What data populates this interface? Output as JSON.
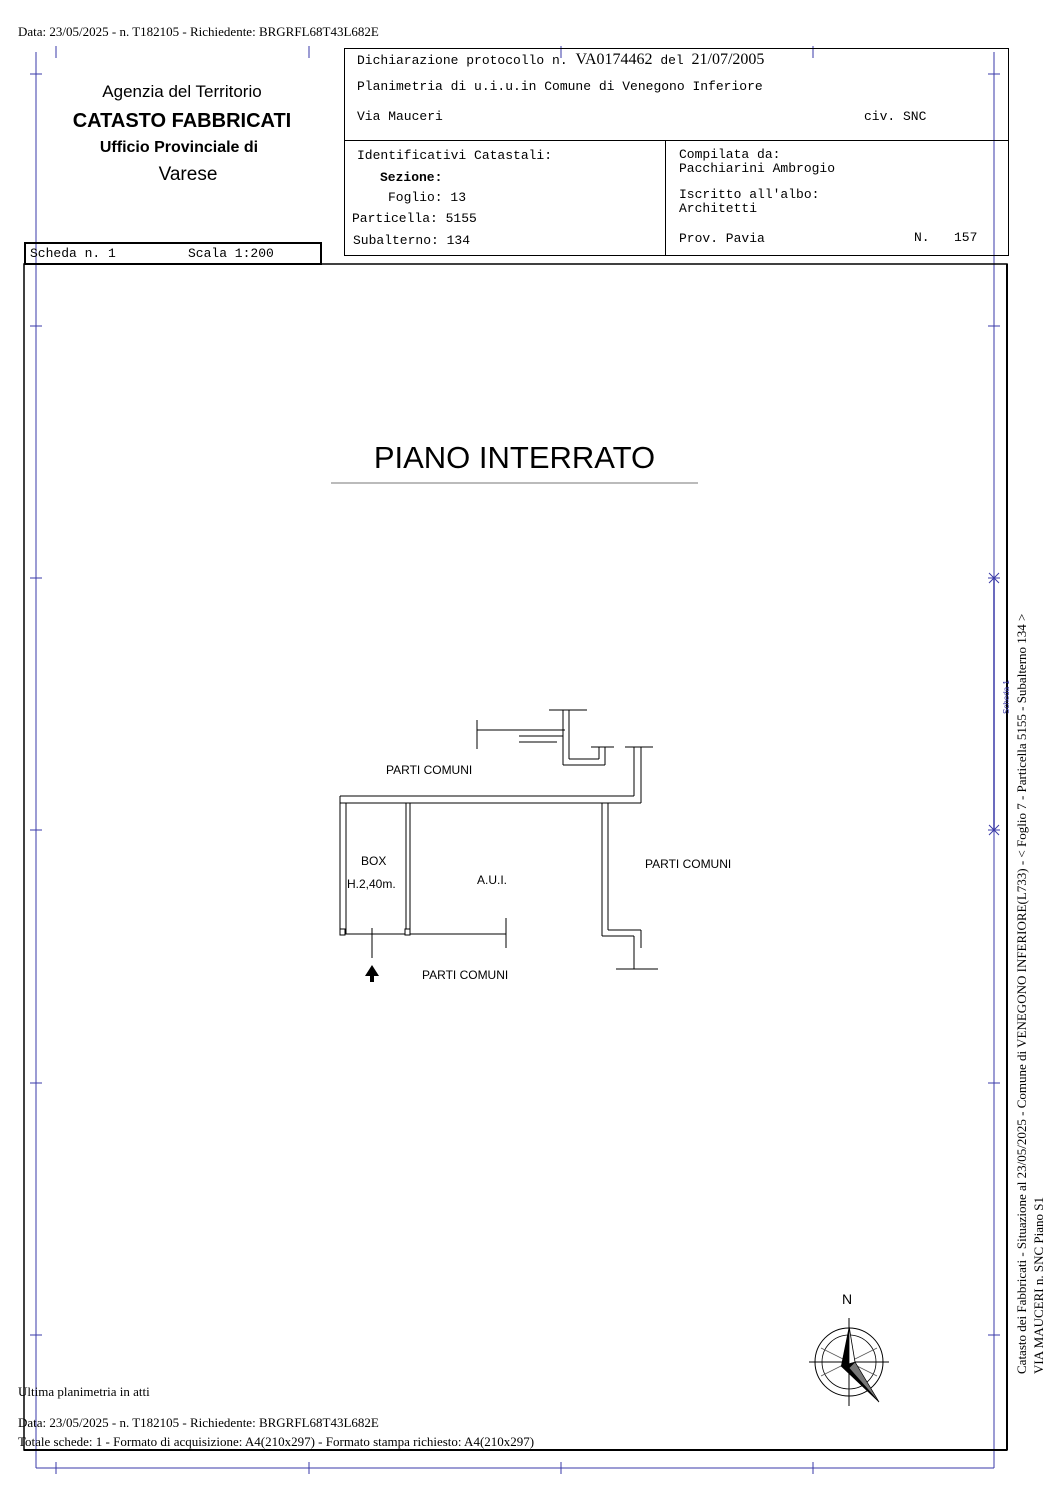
{
  "header": {
    "top_line": "Data: 23/05/2025 - n. T182105 - Richiedente: BRGRFL68T43L682E"
  },
  "agency": {
    "line1": "Agenzia del Territorio",
    "line2": "CATASTO FABBRICATI",
    "line3": "Ufficio Provinciale di",
    "line4": "Varese"
  },
  "declaration": {
    "prefix": "Dichiarazione protocollo n.",
    "protocol": "VA0174462",
    "del_label": "del",
    "date": "21/07/2005",
    "plan_line": "Planimetria di u.i.u.in Comune di Venegono Inferiore",
    "street": "Via Mauceri",
    "civ": "civ. SNC"
  },
  "identifiers": {
    "title": "Identificativi Catastali:",
    "sezione": "Sezione:",
    "foglio": "Foglio: 13",
    "particella": "Particella: 5155",
    "subalterno": "Subalterno: 134"
  },
  "compiler": {
    "label": "Compilata da:",
    "name": "Pacchiarini Ambrogio",
    "albo_label": "Iscritto all'albo:",
    "albo": "Architetti",
    "prov": "Prov. Pavia",
    "n_label": "N.",
    "n_value": "157"
  },
  "sheet": {
    "scheda": "Scheda n. 1",
    "scala": "Scala 1:200"
  },
  "plan": {
    "title": "PIANO INTERRATO",
    "label_common_top": "PARTI COMUNI",
    "label_common_right": "PARTI COMUNI",
    "label_common_bottom": "PARTI COMUNI",
    "box_label": "BOX",
    "box_height": "H.2,40m.",
    "aui_label": "A.U.I.",
    "north": "N"
  },
  "side": {
    "line1": "Catasto dei Fabbricati - Situazione al 23/05/2025 - Comune di VENEGONO INFERIORE(L733) - < Foglio 7 - Particella  5155 - Subalterno 134 >",
    "line2": "VIA MAUCERI n. SNC Piano S1",
    "small": "Scheda 1"
  },
  "footer": {
    "last_plan": "Ultima planimetria in atti",
    "data_line": "Data: 23/05/2025 - n. T182105 - Richiedente: BRGRFL68T43L682E",
    "totals_line": "Totale schede: 1 - Formato di acquisizione: A4(210x297)  - Formato stampa richiesto: A4(210x297)"
  }
}
